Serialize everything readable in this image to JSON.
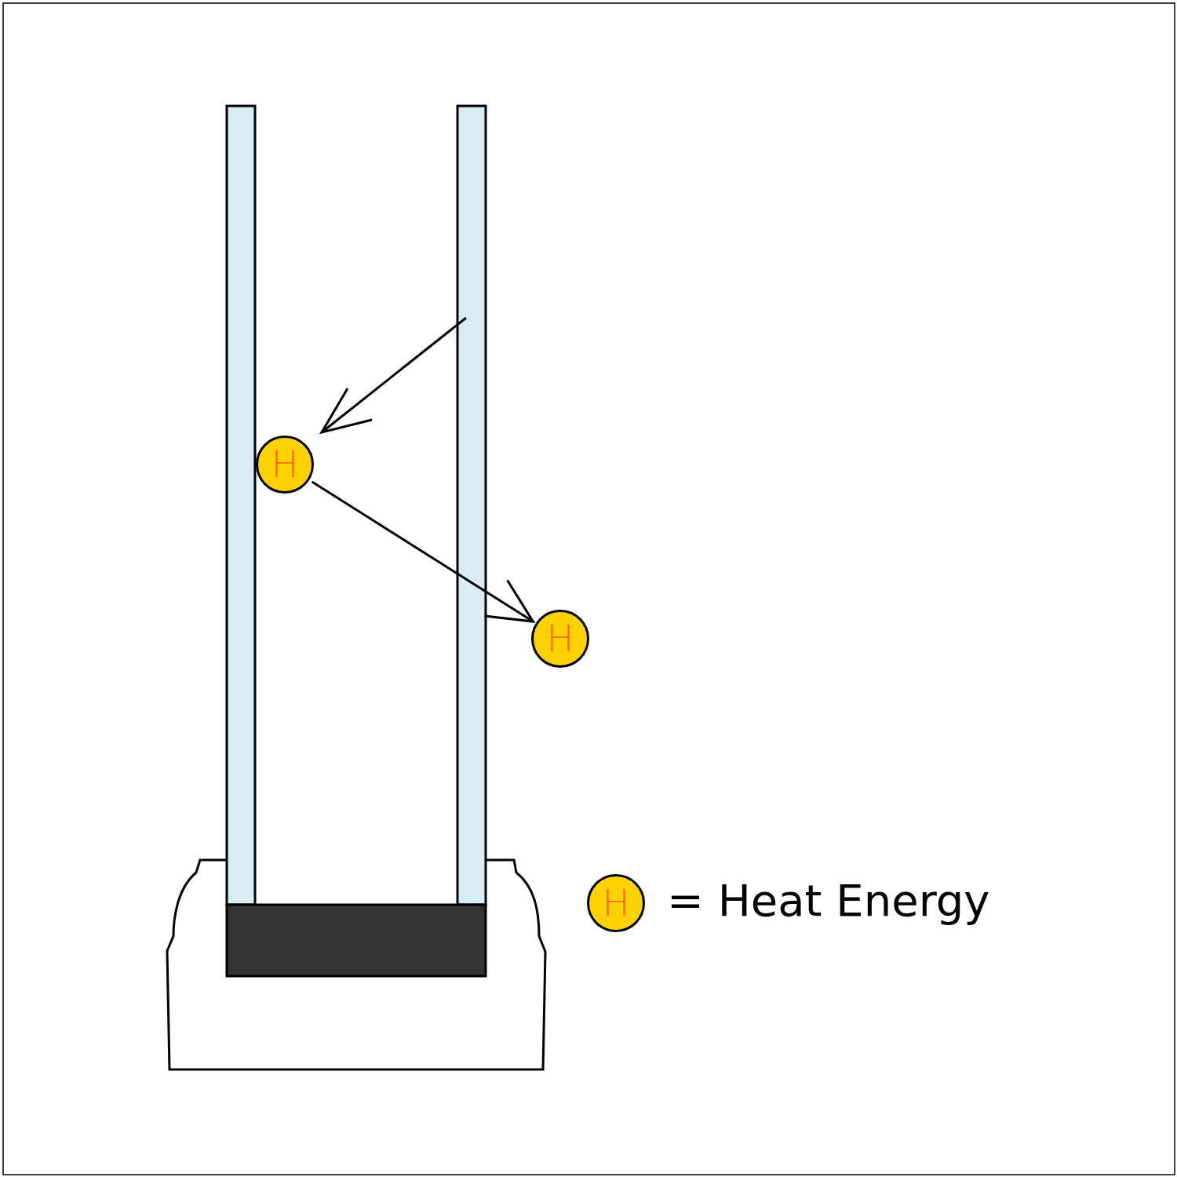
{
  "diagram": {
    "nodes": [
      {
        "text": [
          "H"
        ]
      },
      {
        "text": [
          "H"
        ]
      }
    ],
    "edges": [
      {
        "from": 0,
        "to": 1,
        "arrow": "to"
      }
    ],
    "labels": [
      "H"
    ],
    "legend": [
      {
        "text": "= Heat Energy"
      }
    ]
  }
}
